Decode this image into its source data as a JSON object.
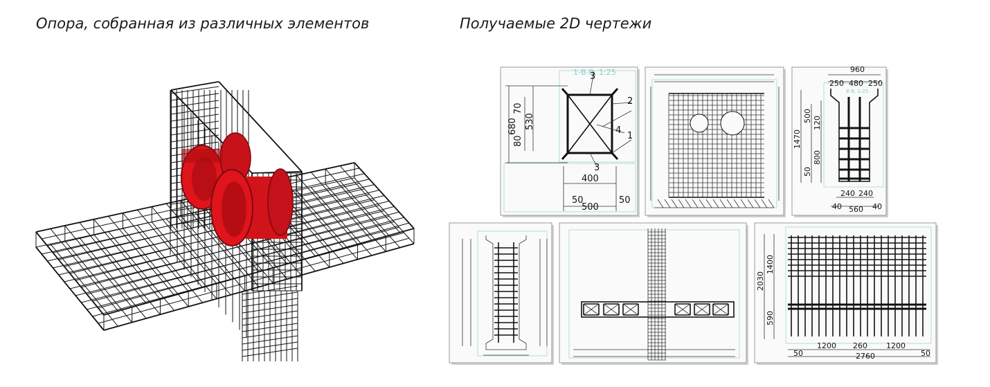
{
  "titles": {
    "left": "Опора, собранная из различных элементов",
    "right": "Получаемые 2D чертежи"
  },
  "colors": {
    "steel": "#111111",
    "pipe": "#e0141b",
    "pipe_dark": "#8e0a0f",
    "frame_line": "#9fd8d0"
  },
  "sheet1": {
    "section": "1-В-В, 1:25",
    "pos1": "1",
    "pos2": "2",
    "pos3": "3",
    "pos4": "4",
    "d680": "680",
    "d70": "70",
    "d530": "530",
    "d80": "80",
    "d400": "400",
    "d500": "500",
    "d50a": "50",
    "d50b": "50"
  },
  "sheet3": {
    "top": "960",
    "a": "250",
    "b": "480",
    "c": "250",
    "section": "В-В, 1:25",
    "v1470": "1470",
    "v500": "500",
    "v120": "120",
    "v800": "800",
    "v50": "50",
    "b240a": "240",
    "b240b": "240",
    "b40a": "40",
    "b560": "560",
    "b40b": "40"
  },
  "sheet6": {
    "v2030": "2030",
    "v1400": "1400",
    "v590": "590",
    "h1200a": "1200",
    "h260": "260",
    "h1200b": "1200",
    "h50a": "50",
    "h2760": "2760",
    "h50b": "50"
  }
}
